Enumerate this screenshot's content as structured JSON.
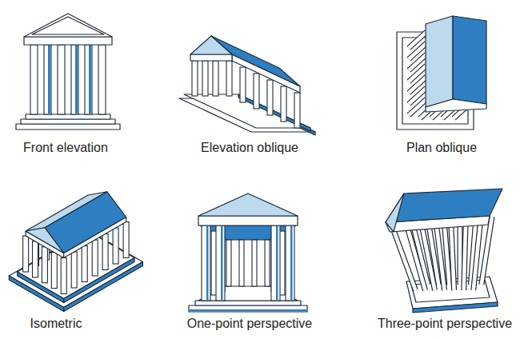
{
  "diagram": {
    "labels": [
      "Front elevation",
      "Elevation oblique",
      "Plan oblique",
      "Isometric",
      "One-point perspective",
      "Three-point perspective"
    ]
  }
}
